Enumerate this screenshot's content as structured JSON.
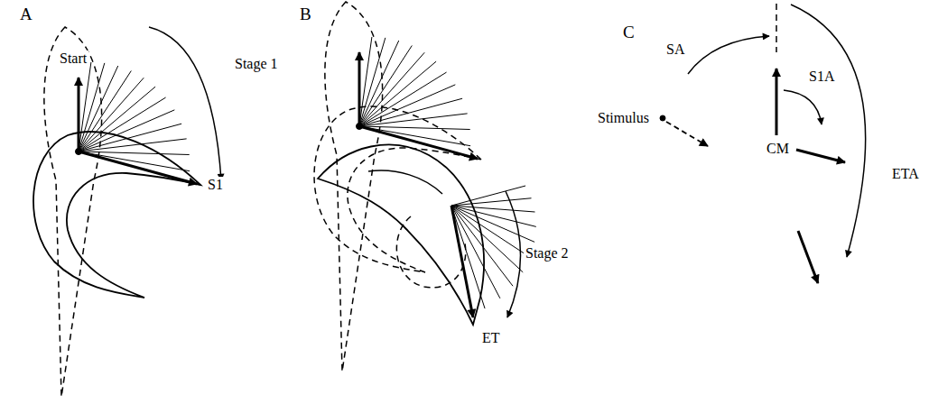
{
  "diagram": {
    "labels": [
      "A",
      "Start",
      "Stage 1",
      "S1",
      "B",
      "Stage 2",
      "ET",
      "C",
      "SA",
      "Stimulus",
      "S1A",
      "CM",
      "ETA"
    ]
  }
}
